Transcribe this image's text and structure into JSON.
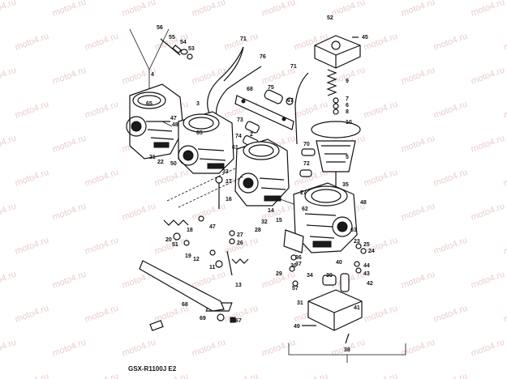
{
  "watermark": "moto4.ru",
  "model_label": "GSX-R1100J E2",
  "callouts": [
    {
      "id": "c56",
      "text": "56"
    },
    {
      "id": "c55",
      "text": "55"
    },
    {
      "id": "c54",
      "text": "54"
    },
    {
      "id": "c53",
      "text": "53"
    },
    {
      "id": "c4",
      "text": "4"
    },
    {
      "id": "c65a",
      "text": "65"
    },
    {
      "id": "c47a",
      "text": "47"
    },
    {
      "id": "c48a",
      "text": "48"
    },
    {
      "id": "c21",
      "text": "21"
    },
    {
      "id": "c22",
      "text": "22"
    },
    {
      "id": "c50",
      "text": "50"
    },
    {
      "id": "c3",
      "text": "3"
    },
    {
      "id": "c65b",
      "text": "65"
    },
    {
      "id": "c71a",
      "text": "71"
    },
    {
      "id": "c76",
      "text": "76"
    },
    {
      "id": "c68a",
      "text": "68"
    },
    {
      "id": "c75",
      "text": "75"
    },
    {
      "id": "c67a",
      "text": "67"
    },
    {
      "id": "c73",
      "text": "73"
    },
    {
      "id": "c74",
      "text": "74"
    },
    {
      "id": "c61",
      "text": "61"
    },
    {
      "id": "c2",
      "text": "2"
    },
    {
      "id": "c33",
      "text": "33"
    },
    {
      "id": "c17",
      "text": "17"
    },
    {
      "id": "c16",
      "text": "16"
    },
    {
      "id": "c52",
      "text": "52"
    },
    {
      "id": "c45",
      "text": "45"
    },
    {
      "id": "c71b",
      "text": "71"
    },
    {
      "id": "c9",
      "text": "9"
    },
    {
      "id": "c7",
      "text": "7"
    },
    {
      "id": "c6",
      "text": "6"
    },
    {
      "id": "c8",
      "text": "8"
    },
    {
      "id": "c10",
      "text": "10"
    },
    {
      "id": "c70",
      "text": "70"
    },
    {
      "id": "c72",
      "text": "72"
    },
    {
      "id": "c5",
      "text": "5"
    },
    {
      "id": "c35",
      "text": "35"
    },
    {
      "id": "c27a",
      "text": "27"
    },
    {
      "id": "c14",
      "text": "14"
    },
    {
      "id": "c15",
      "text": "15"
    },
    {
      "id": "c48b",
      "text": "48"
    },
    {
      "id": "c62",
      "text": "62"
    },
    {
      "id": "c32",
      "text": "32"
    },
    {
      "id": "c28",
      "text": "28"
    },
    {
      "id": "c47b",
      "text": "47"
    },
    {
      "id": "c63",
      "text": "63"
    },
    {
      "id": "c23",
      "text": "23"
    },
    {
      "id": "c25",
      "text": "25"
    },
    {
      "id": "c24",
      "text": "24"
    },
    {
      "id": "c20",
      "text": "20"
    },
    {
      "id": "c18",
      "text": "18"
    },
    {
      "id": "c51",
      "text": "51"
    },
    {
      "id": "c27b",
      "text": "27"
    },
    {
      "id": "c26",
      "text": "26"
    },
    {
      "id": "c19",
      "text": "19"
    },
    {
      "id": "c12",
      "text": "12"
    },
    {
      "id": "c11",
      "text": "11"
    },
    {
      "id": "c13",
      "text": "13"
    },
    {
      "id": "c30",
      "text": "30"
    },
    {
      "id": "c36",
      "text": "36"
    },
    {
      "id": "c37",
      "text": "37"
    },
    {
      "id": "c40",
      "text": "40"
    },
    {
      "id": "c44",
      "text": "44"
    },
    {
      "id": "c43",
      "text": "43"
    },
    {
      "id": "c29",
      "text": "29"
    },
    {
      "id": "c34",
      "text": "34"
    },
    {
      "id": "c39",
      "text": "39"
    },
    {
      "id": "c42",
      "text": "42"
    },
    {
      "id": "c57",
      "text": "57"
    },
    {
      "id": "c31",
      "text": "31"
    },
    {
      "id": "c41",
      "text": "41"
    },
    {
      "id": "c68b",
      "text": "68"
    },
    {
      "id": "c69",
      "text": "69"
    },
    {
      "id": "c67b",
      "text": "67"
    },
    {
      "id": "c49",
      "text": "49"
    },
    {
      "id": "c38",
      "text": "38"
    }
  ]
}
